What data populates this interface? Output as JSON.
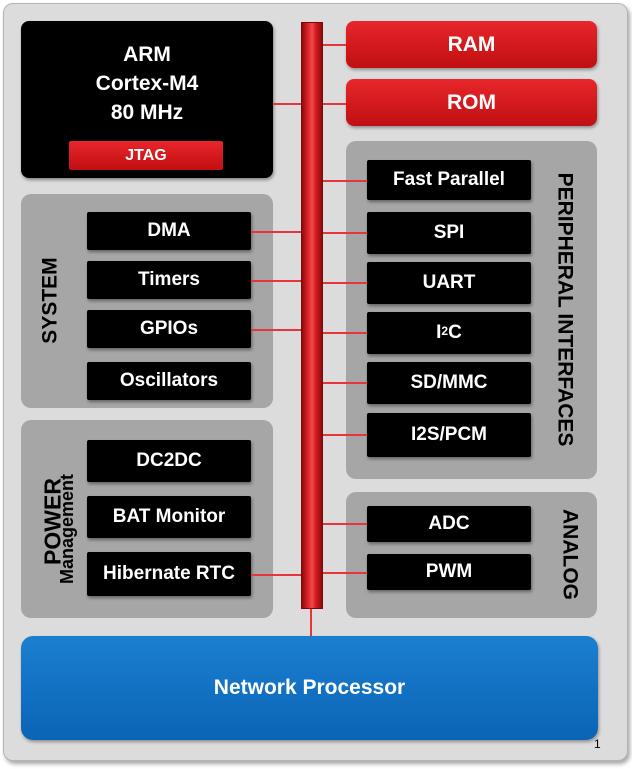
{
  "cpu": {
    "line1": "ARM",
    "line2": "Cortex-M4",
    "line3": "80 MHz",
    "jtag": "JTAG"
  },
  "memory": {
    "ram": "RAM",
    "rom": "ROM"
  },
  "system": {
    "title": "SYSTEM",
    "items": [
      "DMA",
      "Timers",
      "GPIOs",
      "Oscillators"
    ]
  },
  "power": {
    "title": "POWER",
    "subtitle": "Management",
    "items": [
      "DC2DC",
      "BAT Monitor",
      "Hibernate RTC"
    ]
  },
  "peripheral": {
    "title": "PERIPHERAL INTERFACES",
    "items": [
      "Fast Parallel",
      "SPI",
      "UART",
      "I",
      "2",
      "C",
      "SD/MMC",
      "I2S/PCM"
    ]
  },
  "analog": {
    "title": "ANALOG",
    "items": [
      "ADC",
      "PWM"
    ]
  },
  "network": {
    "label": "Network Processor"
  },
  "page_number": "1",
  "colors": {
    "bus_red": "#d41a1e",
    "network_blue": "#0b64b6",
    "panel_gray": "#a6a6a6",
    "background_gray": "#dcdcdc"
  }
}
